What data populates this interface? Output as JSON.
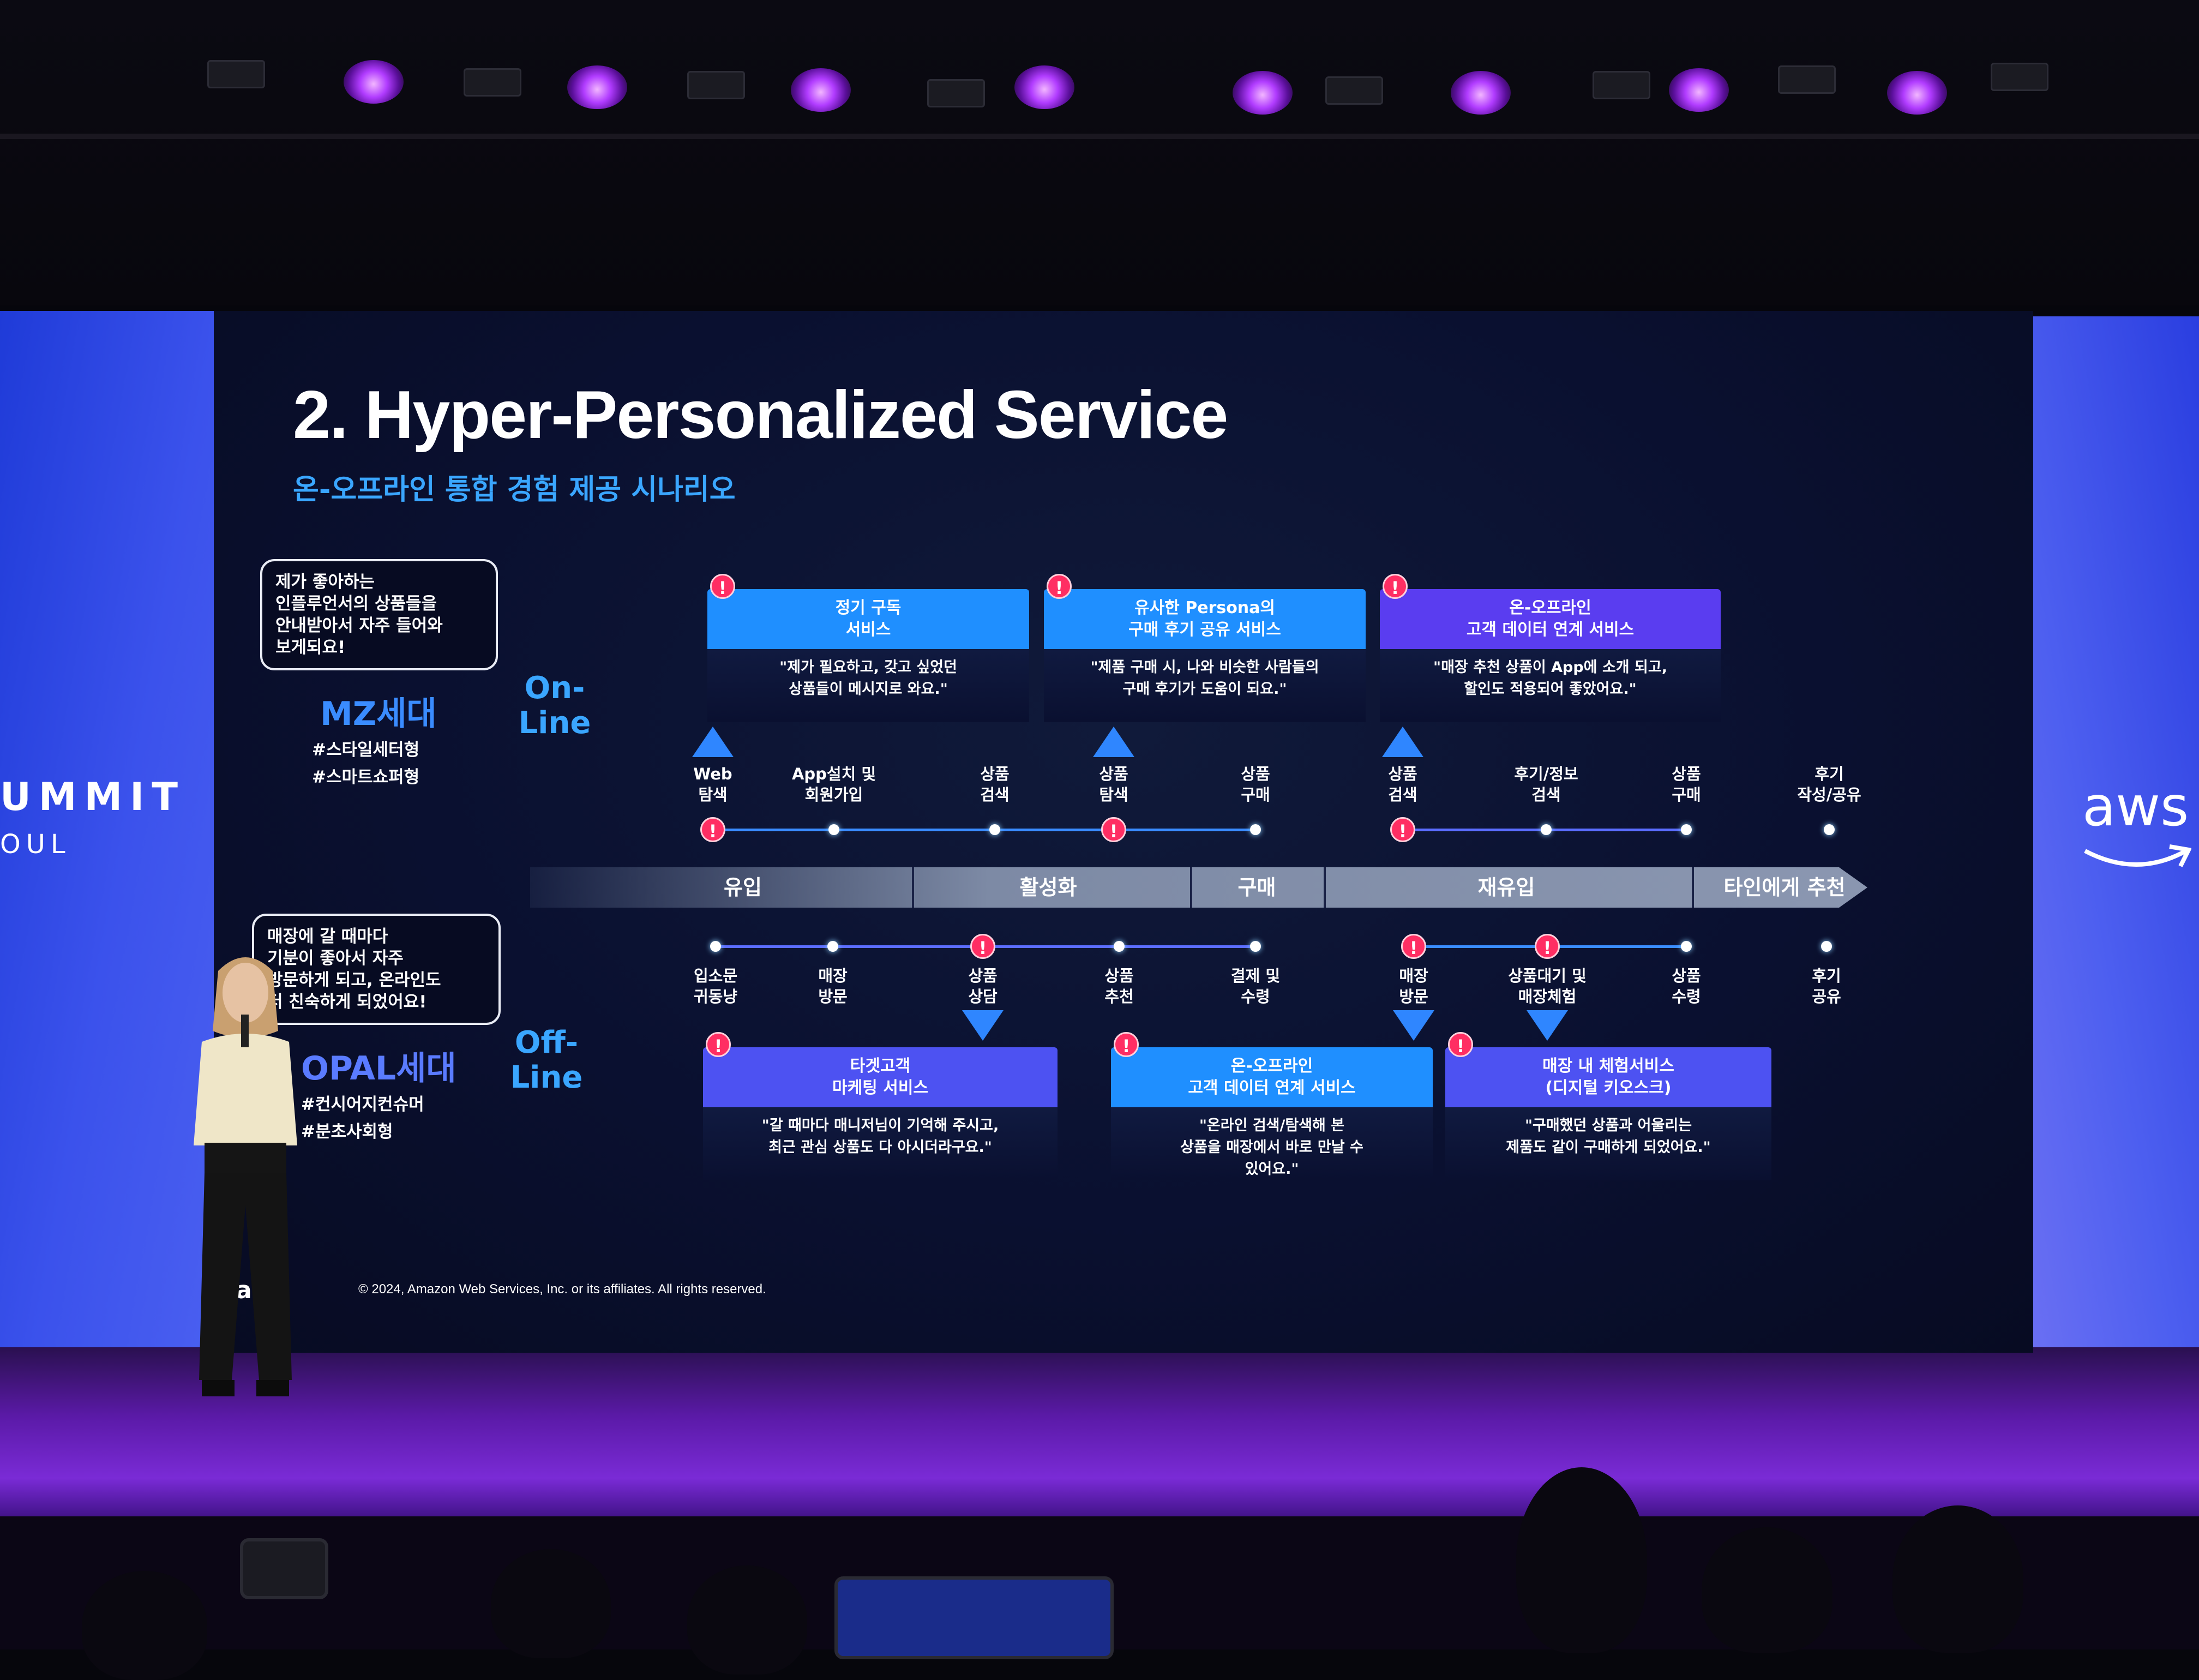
{
  "venue": {
    "left_banner": [
      "UMMIT",
      "OUL"
    ],
    "right_banner": "aws"
  },
  "slide": {
    "title": "2. Hyper-Personalized Service",
    "subtitle": "온-오프라인 통합 경험 제공 시나리오",
    "mz": {
      "quote": [
        "제가 좋아하는",
        "인플루언서의 상품들을",
        "안내받아서 자주 들어와",
        "보게되요!"
      ],
      "label": "MZ세대",
      "tags": [
        "#스타일세터형",
        "#스마트쇼퍼형"
      ]
    },
    "opal": {
      "quote": [
        "매장에 갈 때마다",
        "기분이 좋아서 자주",
        "방문하게 되고, 온라인도",
        "더 친숙하게 되었어요!"
      ],
      "label": "OPAL세대",
      "tags": [
        "#컨시어지컨슈머",
        "#분초사회형"
      ]
    },
    "online_label": [
      "On-",
      "Line"
    ],
    "offline_label": [
      "Off-",
      "Line"
    ],
    "online_cards": [
      {
        "head": [
          "정기 구독",
          "서비스"
        ],
        "body": [
          "\"제가 필요하고, 갖고 싶었던",
          "상품들이 메시지로 와요.\""
        ],
        "color": "#1f8fff"
      },
      {
        "head": [
          "유사한 Persona의",
          "구매 후기 공유 서비스"
        ],
        "body": [
          "\"제품 구매 시, 나와 비슷한 사람들의",
          "구매 후기가 도움이 되요.\""
        ],
        "color": "#1f8fff"
      },
      {
        "head": [
          "온-오프라인",
          "고객 데이터 연계 서비스"
        ],
        "body": [
          "\"매장 추천 상품이 App에 소개 되고,",
          "할인도 적용되어 좋았어요.\""
        ],
        "color": "#5a3df0"
      }
    ],
    "offline_cards": [
      {
        "head": [
          "타겟고객",
          "마케팅 서비스"
        ],
        "body": [
          "\"갈 때마다 매니저님이 기억해 주시고,",
          "최근 관심 상품도 다 아시더라구요.\""
        ],
        "color": "#4d52f2"
      },
      {
        "head": [
          "온-오프라인",
          "고객 데이터 연계 서비스"
        ],
        "body": [
          "\"온라인 검색/탐색해 본",
          "상품을 매장에서 바로 만날 수",
          "있어요.\""
        ],
        "color": "#1f8fff"
      },
      {
        "head": [
          "매장 내 체험서비스",
          "(디지털 키오스크)"
        ],
        "body": [
          "\"구매했던 상품과 어울리는",
          "제품도 같이 구매하게 되었어요.\""
        ],
        "color": "#4d52f2"
      }
    ],
    "online_steps": [
      [
        "Web",
        "탐색"
      ],
      [
        "App설치 및",
        "회원가입"
      ],
      [
        "상품",
        "검색"
      ],
      [
        "상품",
        "탐색"
      ],
      [
        "상품",
        "구매"
      ],
      [
        "상품",
        "검색"
      ],
      [
        "후기/정보",
        "검색"
      ],
      [
        "상품",
        "구매"
      ],
      [
        "후기",
        "작성/공유"
      ]
    ],
    "offline_steps": [
      [
        "입소문",
        "귀동냥"
      ],
      [
        "매장",
        "방문"
      ],
      [
        "상품",
        "상담"
      ],
      [
        "상품",
        "추천"
      ],
      [
        "결제 및",
        "수령"
      ],
      [
        "매장",
        "방문"
      ],
      [
        "상품대기 및",
        "매장체험"
      ],
      [
        "상품",
        "수령"
      ],
      [
        "후기",
        "공유"
      ]
    ],
    "phases": [
      "유입",
      "활성화",
      "구매",
      "재유입",
      "타인에게 추천"
    ],
    "warn_symbol": "!",
    "logo": "aws",
    "copyright": "© 2024, Amazon Web Services, Inc. or its affiliates. All rights reserved."
  },
  "colors": {
    "accent_blue": "#3aa6ff",
    "alert": "#ff2e63",
    "mz_label": "#3a8cff",
    "opal_label": "#5a7bff",
    "stage_purple": "#7a2bd6"
  }
}
